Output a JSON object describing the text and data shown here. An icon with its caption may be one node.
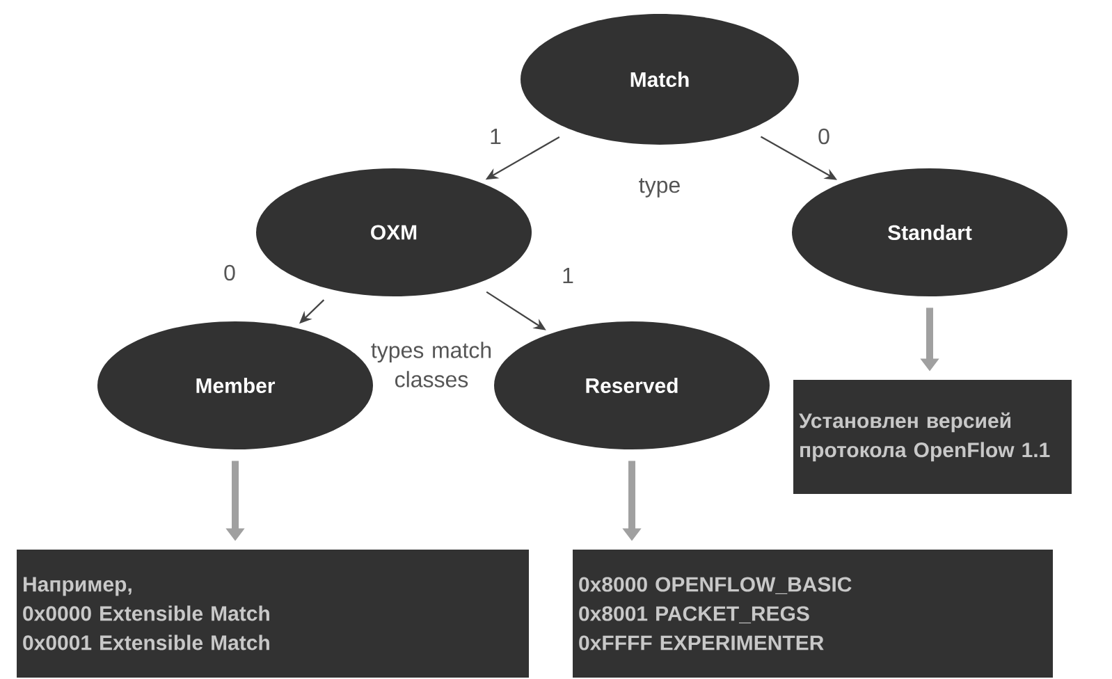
{
  "diagram": {
    "nodes": [
      {
        "text": [
          "Match"
        ]
      },
      {
        "text": [
          "OXM"
        ]
      },
      {
        "text": [
          "Standart"
        ]
      },
      {
        "text": [
          "Member"
        ]
      },
      {
        "text": [
          "Reserved"
        ]
      },
      {
        "text": [
          "Установлен версией протокола OpenFlow 1.1"
        ]
      },
      {
        "text": [
          "Например,",
          "0x0000 Extensible Match",
          "0x0001 Extensible Match"
        ]
      },
      {
        "text": [
          "0x8000 OPENFLOW_BASIC",
          "0x8001 PACKET_REGS",
          "0xFFFF EXPERIMENTER"
        ]
      }
    ],
    "edges": [
      {
        "from": 0,
        "to": 1,
        "arrow": "to",
        "label": "1"
      },
      {
        "from": 0,
        "to": 2,
        "arrow": "to",
        "label": "0"
      },
      {
        "from": 1,
        "to": 3,
        "arrow": "to",
        "label": "0"
      },
      {
        "from": 1,
        "to": 4,
        "arrow": "to",
        "label": "1"
      },
      {
        "from": 2,
        "to": 5,
        "arrow": "to",
        "style": "thick",
        "color": "#a0a0a0"
      },
      {
        "from": 3,
        "to": 6,
        "arrow": "to",
        "style": "thick",
        "color": "#a0a0a0"
      },
      {
        "from": 4,
        "to": 7,
        "arrow": "to",
        "style": "thick",
        "color": "#a0a0a0"
      }
    ],
    "labels": [
      "type",
      "types match classes"
    ]
  }
}
